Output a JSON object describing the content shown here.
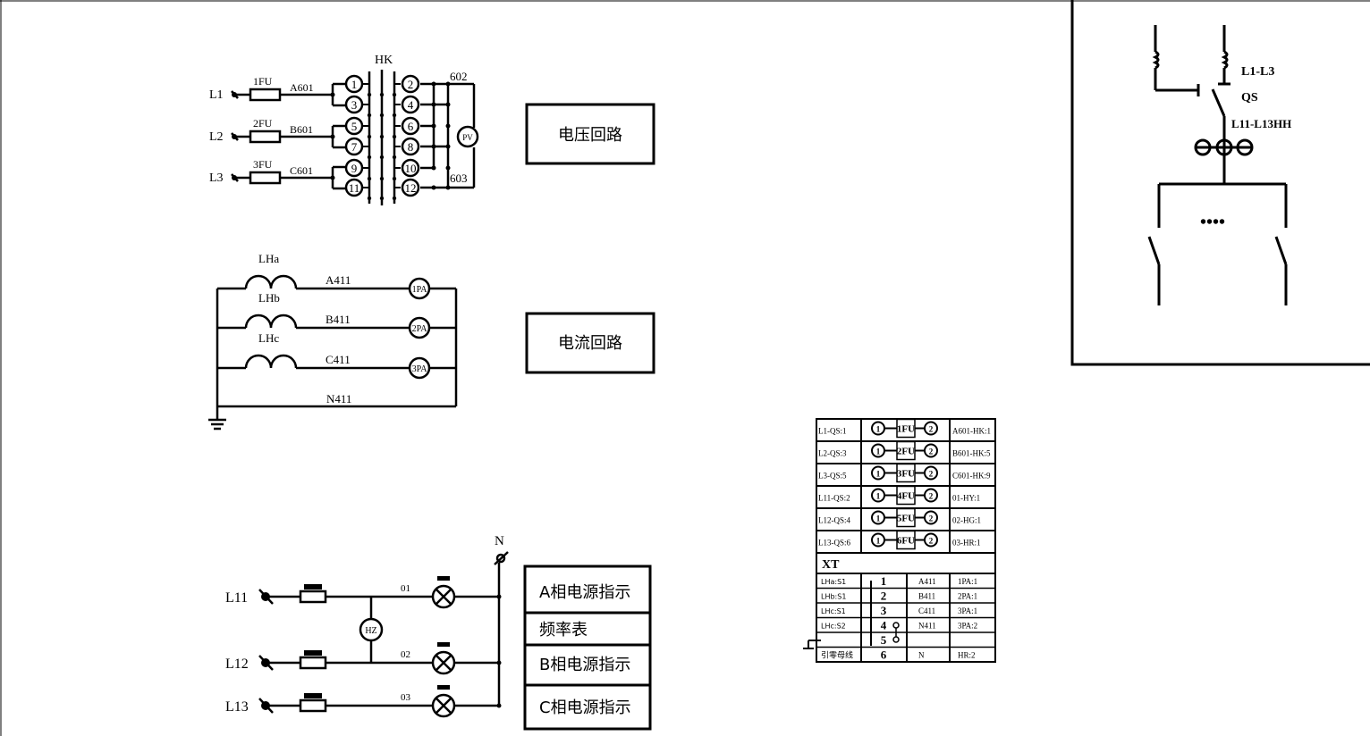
{
  "voltage": {
    "title": "电压回路",
    "switch": "HK",
    "phases": [
      {
        "line": "L1",
        "fuse": "1FU",
        "wire": "A601"
      },
      {
        "line": "L2",
        "fuse": "2FU",
        "wire": "B601"
      },
      {
        "line": "L3",
        "fuse": "3FU",
        "wire": "C601"
      }
    ],
    "left_terminals": [
      "1",
      "3",
      "5",
      "7",
      "9",
      "11"
    ],
    "right_terminals": [
      "2",
      "4",
      "6",
      "8",
      "10",
      "12"
    ],
    "meter": "PV",
    "top_wire": "602",
    "bottom_wire": "603"
  },
  "current": {
    "title": "电流回路",
    "phases": [
      {
        "ct": "LHa",
        "wire": "A411",
        "meter": "1PA"
      },
      {
        "ct": "LHb",
        "wire": "B411",
        "meter": "2PA"
      },
      {
        "ct": "LHc",
        "wire": "C411",
        "meter": "3PA"
      }
    ],
    "neutral_wire": "N411"
  },
  "indicator": {
    "neutral": "N",
    "lines": [
      {
        "line": "L11",
        "wire": "01"
      },
      {
        "line": "L12",
        "wire": "02"
      },
      {
        "line": "L13",
        "wire": "03"
      }
    ],
    "freq_meter": "HZ",
    "labels": [
      "A相电源指示",
      "频率表",
      "B相电源指示",
      "C相电源指示"
    ]
  },
  "one_line": {
    "breaker_label": "L1-L3",
    "switch_label": "QS",
    "meters_label": "L11-L13HH",
    "dots": "••••"
  },
  "terminal": {
    "upper_rows": [
      {
        "left": "L1-QS:1",
        "fuse": "1FU",
        "right": "A601-HK:1"
      },
      {
        "left": "L2-QS:3",
        "fuse": "2FU",
        "right": "B601-HK:5"
      },
      {
        "left": "L3-QS:5",
        "fuse": "3FU",
        "right": "C601-HK:9"
      },
      {
        "left": "L11-QS:2",
        "fuse": "4FU",
        "right": "01-HY:1"
      },
      {
        "left": "L12-QS:4",
        "fuse": "5FU",
        "right": "02-HG:1"
      },
      {
        "left": "L13-QS:6",
        "fuse": "6FU",
        "right": "03-HR:1"
      }
    ],
    "pin1": "1",
    "pin2": "2",
    "block_title": "XT",
    "lower_rows": [
      {
        "left": "LHa:S1",
        "num": "1",
        "mid": "A411",
        "right": "1PA:1"
      },
      {
        "left": "LHb:S1",
        "num": "2",
        "mid": "B411",
        "right": "2PA:1"
      },
      {
        "left": "LHc:S1",
        "num": "3",
        "mid": "C411",
        "right": "3PA:1"
      },
      {
        "left": "LHc:S2",
        "num": "4",
        "mid": "N411",
        "right": "3PA:2"
      },
      {
        "left": "",
        "num": "5",
        "mid": "",
        "right": ""
      },
      {
        "left": "引零母线",
        "num": "6",
        "mid": "N",
        "right": "HR:2"
      }
    ]
  }
}
